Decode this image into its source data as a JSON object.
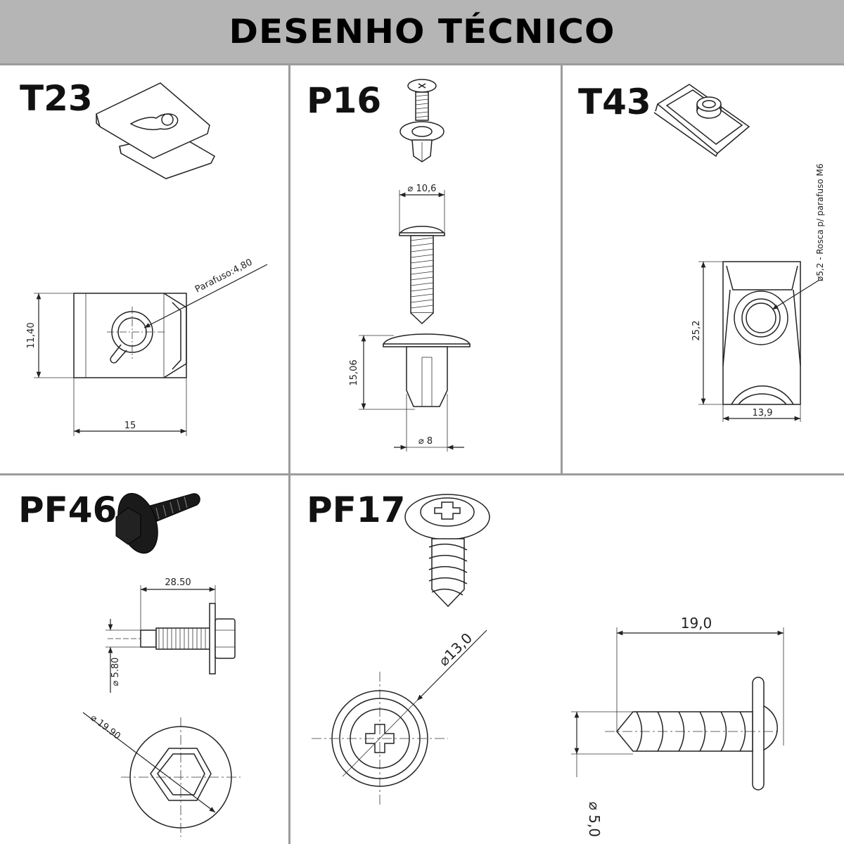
{
  "header": {
    "title": "DESENHO TÉCNICO"
  },
  "panels": {
    "t23": {
      "code": "T23",
      "dim_height": "11,40",
      "dim_width": "15",
      "note": "Parafuso:4,80"
    },
    "p16": {
      "code": "P16",
      "dim_head": "⌀ 10,6",
      "dim_height": "15,06",
      "dim_shank": "⌀ 8"
    },
    "t43": {
      "code": "T43",
      "dim_height": "25,2",
      "dim_width": "13,9",
      "note": "ø5,2 - Rosca p/ parafuso M6"
    },
    "pf46": {
      "code": "PF46",
      "dim_length": "28.50",
      "dim_thread": "⌀ 5.80",
      "dim_washer": "⌀ 19.90"
    },
    "pf17": {
      "code": "PF17",
      "dim_head": "⌀13,0",
      "dim_length": "19,0",
      "dim_thread": "⌀ 5,0"
    }
  },
  "colors": {
    "header_bg": "#b5b5b5",
    "divider": "#9c9c9c",
    "ink": "#222222"
  },
  "icons": [
    "clip-nut-icon",
    "push-rivet-icon",
    "u-nut-icon",
    "hex-flange-bolt-icon",
    "washer-head-screw-icon"
  ]
}
